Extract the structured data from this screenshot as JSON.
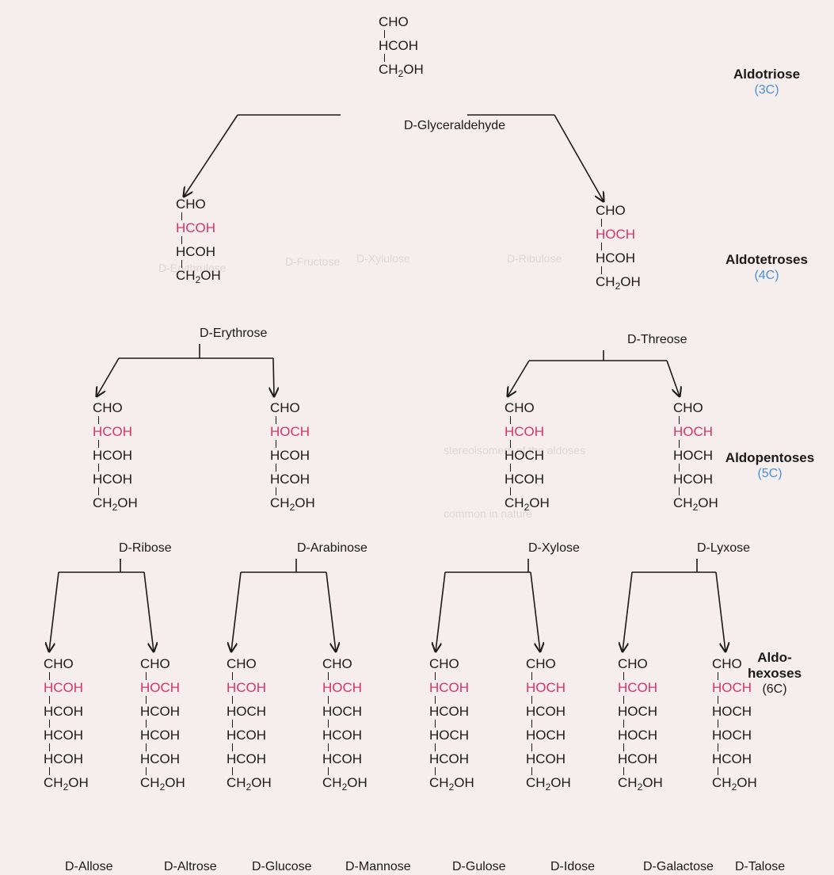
{
  "colors": {
    "new_stereocenter": "#d6336c",
    "carbon_count": "#4a90d9",
    "text": "#1a1a1a"
  },
  "levels": [
    {
      "title": "Aldotriose",
      "count": "(3C)"
    },
    {
      "title": "Aldotetroses",
      "count": "(4C)"
    },
    {
      "title": "Aldopentoses",
      "count": "(5C)"
    },
    {
      "title": "Aldo-\nhexoses",
      "count": "(6C)"
    }
  ],
  "sugars": [
    {
      "name": "D-Glyceraldehyde",
      "groups": [
        "CHO",
        "HCOH",
        "CH2OH"
      ],
      "new": -1
    },
    {
      "name": "D-Erythrose",
      "groups": [
        "CHO",
        "HCOH",
        "HCOH",
        "CH2OH"
      ],
      "new": 1
    },
    {
      "name": "D-Threose",
      "groups": [
        "CHO",
        "HOCH",
        "HCOH",
        "CH2OH"
      ],
      "new": 1
    },
    {
      "name": "D-Ribose",
      "groups": [
        "CHO",
        "HCOH",
        "HCOH",
        "HCOH",
        "CH2OH"
      ],
      "new": 1
    },
    {
      "name": "D-Arabinose",
      "groups": [
        "CHO",
        "HOCH",
        "HCOH",
        "HCOH",
        "CH2OH"
      ],
      "new": 1
    },
    {
      "name": "D-Xylose",
      "groups": [
        "CHO",
        "HCOH",
        "HOCH",
        "HCOH",
        "CH2OH"
      ],
      "new": 1
    },
    {
      "name": "D-Lyxose",
      "groups": [
        "CHO",
        "HOCH",
        "HOCH",
        "HCOH",
        "CH2OH"
      ],
      "new": 1
    },
    {
      "name": "D-Allose",
      "groups": [
        "CHO",
        "HCOH",
        "HCOH",
        "HCOH",
        "HCOH",
        "CH2OH"
      ],
      "new": 1
    },
    {
      "name": "D-Altrose",
      "groups": [
        "CHO",
        "HOCH",
        "HCOH",
        "HCOH",
        "HCOH",
        "CH2OH"
      ],
      "new": 1
    },
    {
      "name": "D-Glucose",
      "groups": [
        "CHO",
        "HCOH",
        "HOCH",
        "HCOH",
        "HCOH",
        "CH2OH"
      ],
      "new": 1
    },
    {
      "name": "D-Mannose",
      "groups": [
        "CHO",
        "HOCH",
        "HOCH",
        "HCOH",
        "HCOH",
        "CH2OH"
      ],
      "new": 1
    },
    {
      "name": "D-Gulose",
      "groups": [
        "CHO",
        "HCOH",
        "HCOH",
        "HOCH",
        "HCOH",
        "CH2OH"
      ],
      "new": 1
    },
    {
      "name": "D-Idose",
      "groups": [
        "CHO",
        "HOCH",
        "HCOH",
        "HOCH",
        "HCOH",
        "CH2OH"
      ],
      "new": 1
    },
    {
      "name": "D-Galactose",
      "groups": [
        "CHO",
        "HCOH",
        "HOCH",
        "HOCH",
        "HCOH",
        "CH2OH"
      ],
      "new": 1
    },
    {
      "name": "D-Talose",
      "groups": [
        "CHO",
        "HOCH",
        "HOCH",
        "HOCH",
        "HCOH",
        "CH2OH"
      ],
      "new": 1
    }
  ]
}
